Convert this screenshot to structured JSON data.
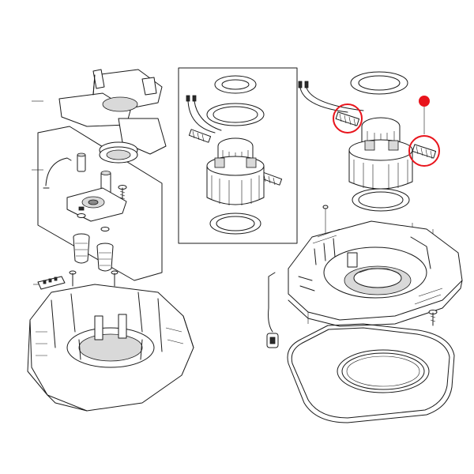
{
  "figure": {
    "kind": "exploded-parts-diagram",
    "background_color": "#ffffff",
    "line_color": "#1a1a1a",
    "highlight_color": "#e8141c",
    "highlighted_parts": [
      "carbon-brush-left",
      "carbon-brush-right"
    ],
    "marker": "red-dot"
  }
}
